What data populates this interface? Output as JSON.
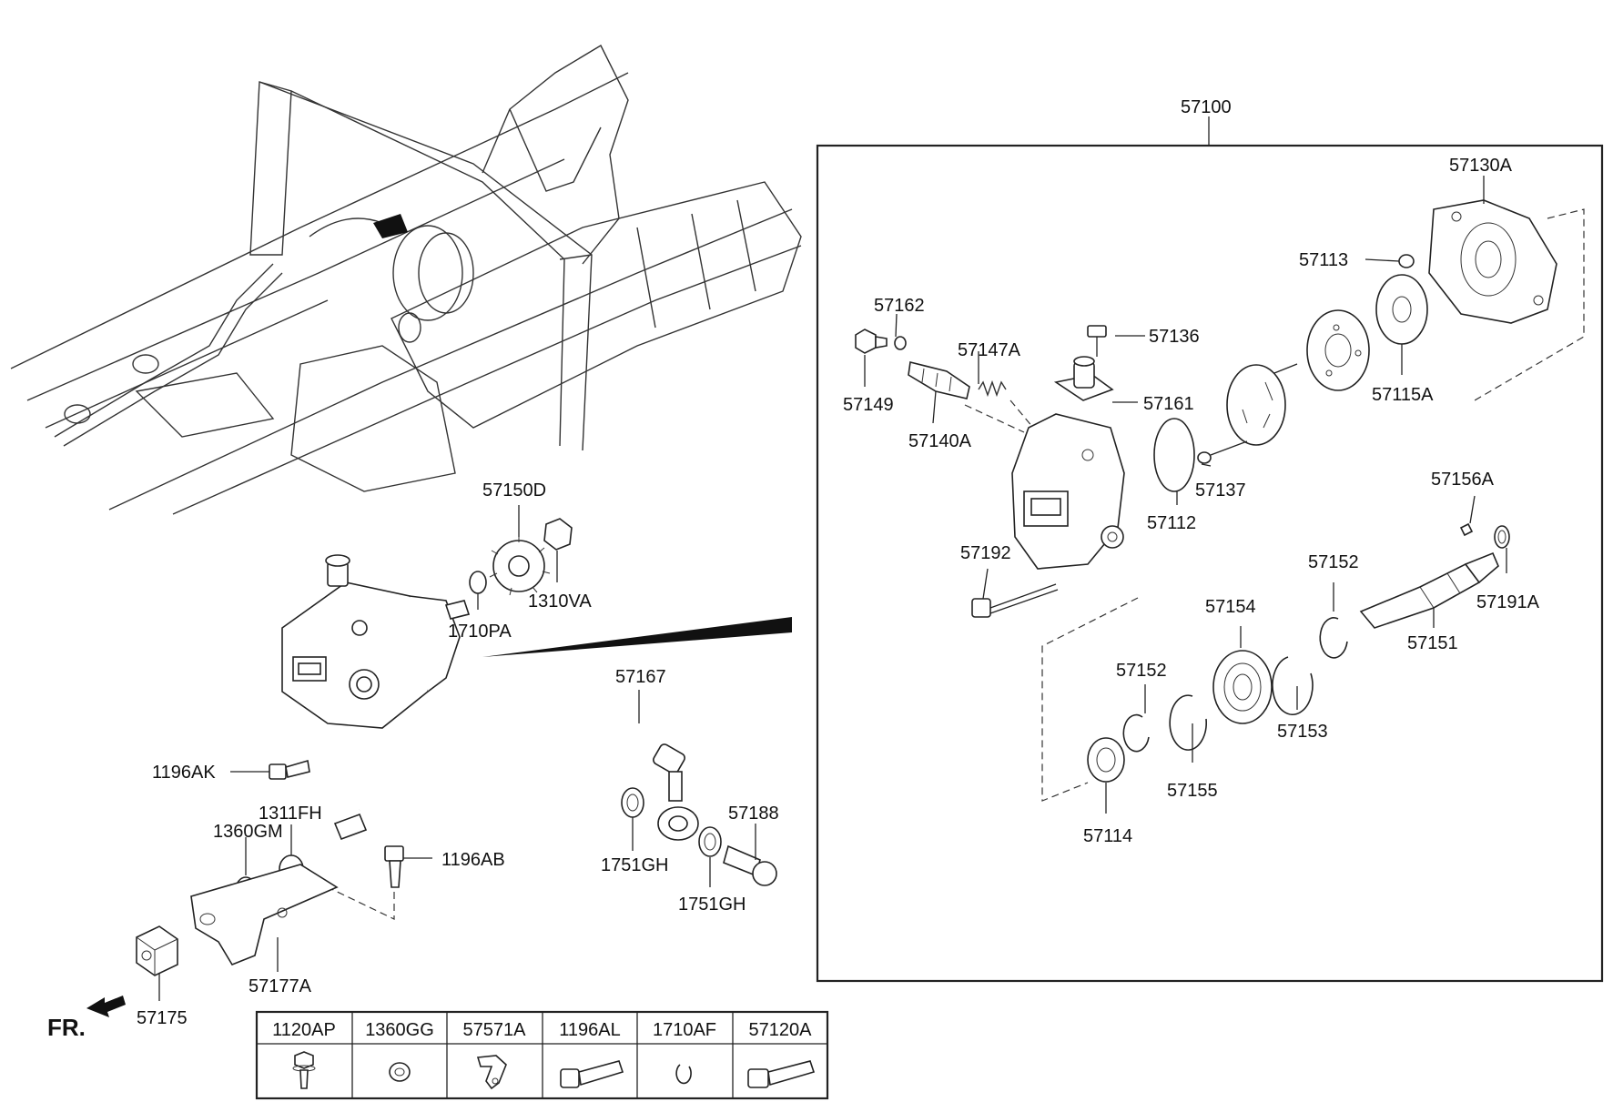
{
  "labels": {
    "l57100": "57100",
    "l57130A": "57130A",
    "l57113": "57113",
    "l57162": "57162",
    "l57147A": "57147A",
    "l57136": "57136",
    "l57149": "57149",
    "l57161": "57161",
    "l57115A": "57115A",
    "l57140A": "57140A",
    "l57137": "57137",
    "l57156A": "57156A",
    "l57112": "57112",
    "l57192": "57192",
    "l57152a": "57152",
    "l57154": "57154",
    "l57191A": "57191A",
    "l57151": "57151",
    "l57152b": "57152",
    "l57153": "57153",
    "l57155": "57155",
    "l57114": "57114",
    "l57150D": "57150D",
    "l1310VA": "1310VA",
    "l1710PA": "1710PA",
    "l57167": "57167",
    "l1196AK": "1196AK",
    "l1311FH": "1311FH",
    "l1360GM": "1360GM",
    "l1196AB": "1196AB",
    "l57188": "57188",
    "l1751GHa": "1751GH",
    "l1751GHb": "1751GH",
    "l57177A": "57177A",
    "l57175": "57175"
  },
  "direction": "FR.",
  "parts_table": {
    "headers": [
      "1120AP",
      "1360GG",
      "57571A",
      "1196AL",
      "1710AF",
      "57120A"
    ],
    "icons": [
      "flange-bolt-icon",
      "spring-washer-icon",
      "clip-icon",
      "bolt-icon",
      "snap-ring-icon",
      "long-bolt-icon"
    ]
  }
}
